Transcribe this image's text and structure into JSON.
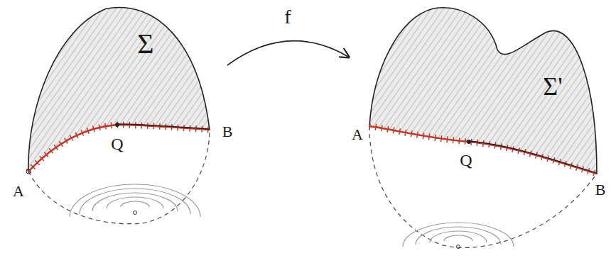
{
  "diagram": {
    "labels": [
      "Σ",
      "Q",
      "A",
      "B",
      "f",
      "Σ'",
      "A",
      "Q",
      "B"
    ]
  }
}
